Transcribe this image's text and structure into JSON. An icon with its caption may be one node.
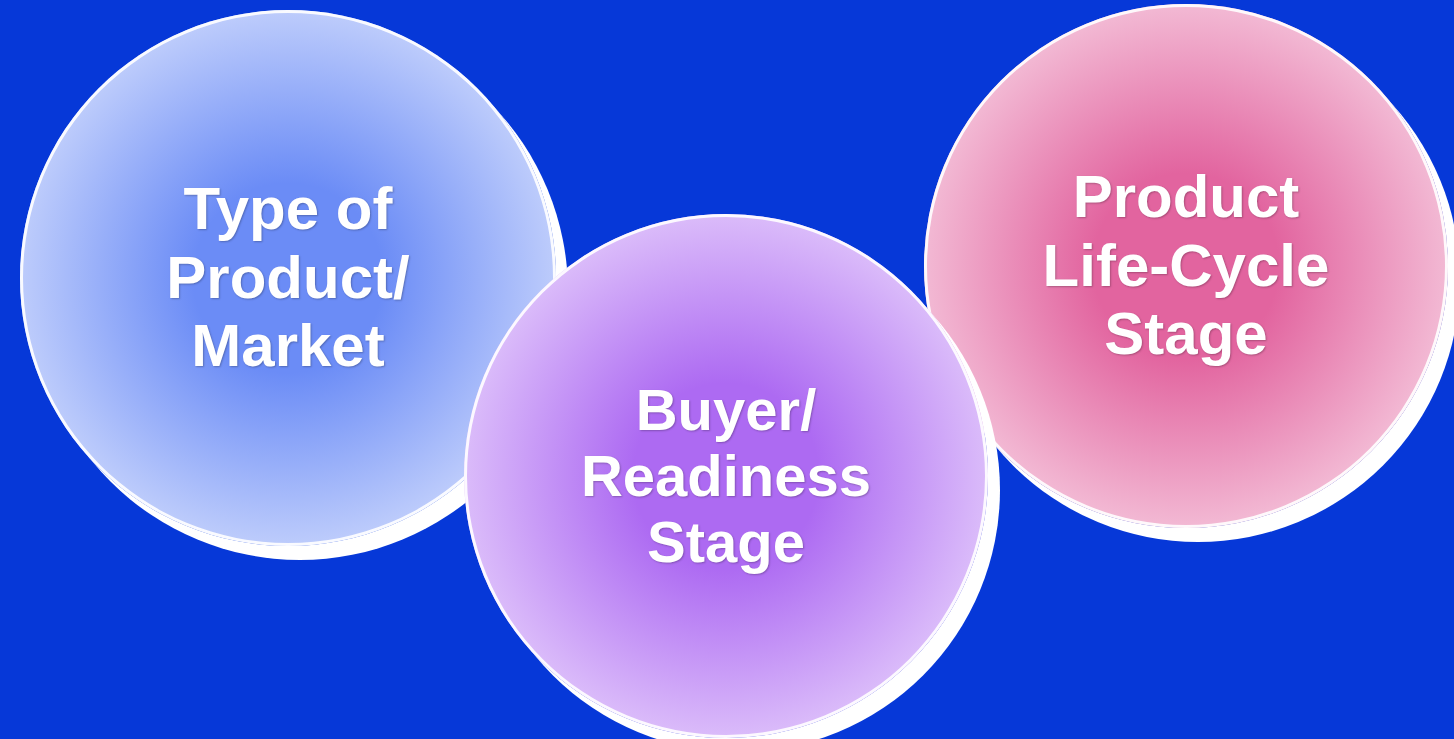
{
  "diagram": {
    "nodes": [
      {
        "text": [
          "Type of Product/ Market"
        ]
      },
      {
        "text": [
          "Buyer/ Readiness Stage"
        ]
      },
      {
        "text": [
          "Product Life-Cycle Stage"
        ]
      }
    ]
  }
}
